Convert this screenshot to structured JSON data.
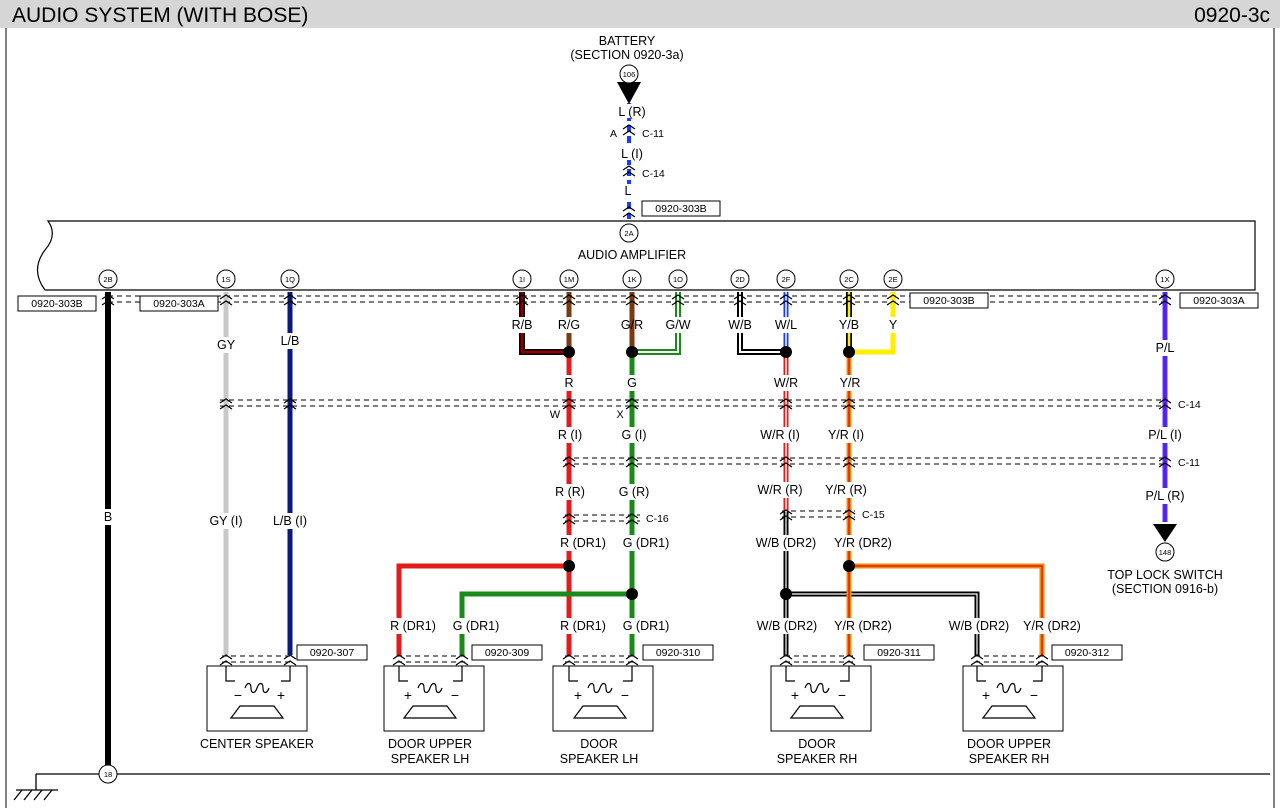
{
  "header": {
    "title": "AUDIO SYSTEM (WITH BOSE)",
    "code": "0920-3c"
  },
  "battery": {
    "line1": "BATTERY",
    "line2": "(SECTION 0920-3a)",
    "term": "106"
  },
  "amplifier": {
    "label": "AUDIO AMPLIFIER",
    "term_top": "2A"
  },
  "battery_wires": {
    "w1": "L (R)",
    "w2": "L (I)",
    "w3": "L",
    "conn_a": "A",
    "c11": "C-11",
    "c14": "C-14"
  },
  "connectors": {
    "c303b": "0920-303B",
    "c303a": "0920-303A",
    "c14": "C-14",
    "c11": "C-11",
    "c16": "C-16",
    "c15": "C-15",
    "c307": "0920-307",
    "c309": "0920-309",
    "c310": "0920-310",
    "c311": "0920-311",
    "c312": "0920-312"
  },
  "terminals": {
    "t2b": "2B",
    "t1s": "1S",
    "t1q": "1Q",
    "t1i": "1I",
    "t1m": "1M",
    "t1k": "1K",
    "t1o": "1O",
    "t2d": "2D",
    "t2f": "2F",
    "t2c": "2C",
    "t2e": "2E",
    "t1x": "1X",
    "ground": "18",
    "toplock": "148"
  },
  "wires": {
    "b": "B",
    "gy": "GY",
    "gy_i": "GY (I)",
    "lb": "L/B",
    "lb_i": "L/B (I)",
    "rb": "R/B",
    "rg": "R/G",
    "gr": "G/R",
    "gw": "G/W",
    "wb": "W/B",
    "wl": "W/L",
    "yb": "Y/B",
    "y": "Y",
    "r": "R",
    "g": "G",
    "wr": "W/R",
    "yr": "Y/R",
    "pl": "P/L",
    "r_i": "R (I)",
    "g_i": "G (I)",
    "wr_i": "W/R (I)",
    "yr_i": "Y/R (I)",
    "pl_i": "P/L (I)",
    "r_r": "R (R)",
    "g_r": "G (R)",
    "wr_r": "W/R (R)",
    "yr_r": "Y/R (R)",
    "pl_r": "P/L (R)",
    "r_dr1": "R (DR1)",
    "g_dr1": "G (DR1)",
    "wb_dr2": "W/B (DR2)",
    "yr_dr2": "Y/R (DR2)",
    "pin_w": "W",
    "pin_x": "X"
  },
  "speakers": {
    "center": "CENTER SPEAKER",
    "dulh1": "DOOR UPPER",
    "dulh2": "SPEAKER LH",
    "dlh1": "DOOR",
    "dlh2": "SPEAKER LH",
    "drh1": "DOOR",
    "drh2": "SPEAKER RH",
    "durh1": "DOOR UPPER",
    "durh2": "SPEAKER RH",
    "plus": "+",
    "minus": "−"
  },
  "toplock": {
    "line1": "TOP LOCK SWITCH",
    "line2": "(SECTION 0916-b)"
  },
  "colors": {
    "red": "#e31b1b",
    "green": "#1a8a1a",
    "black": "#000000",
    "gray": "#c8c8c8",
    "navy": "#0a1a7a",
    "blue": "#1a3cff",
    "brown": "#7a3a10",
    "orange": "#f08c00",
    "yellow": "#ffee00",
    "purple": "#6a28e0",
    "darkred": "#8a0000",
    "white": "#ffffff"
  }
}
